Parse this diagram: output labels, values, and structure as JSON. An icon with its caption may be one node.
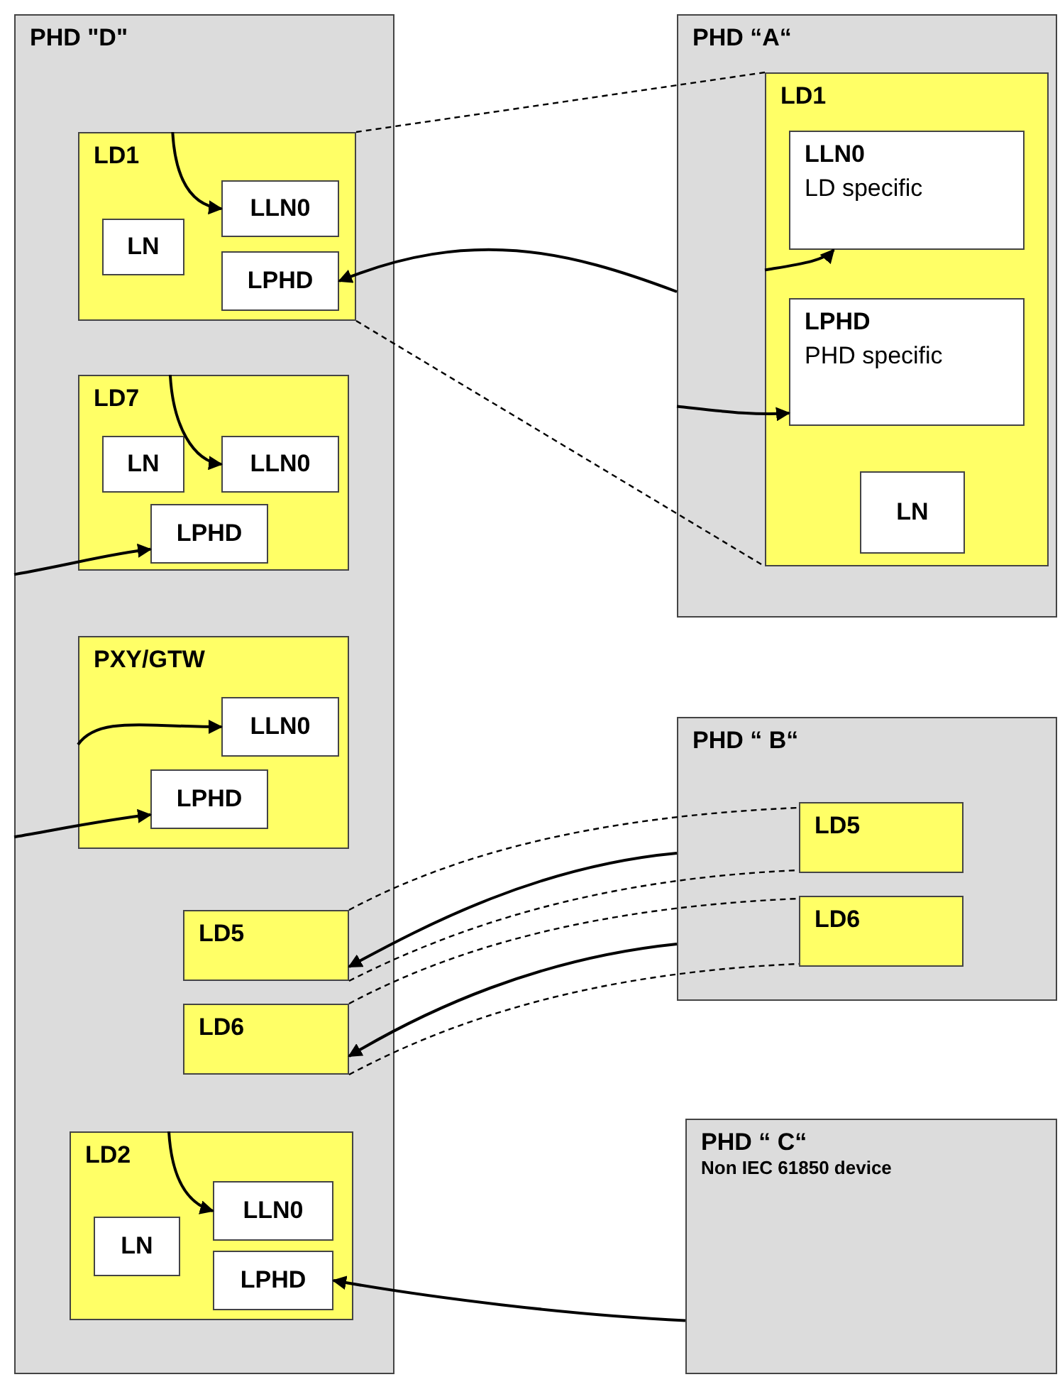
{
  "diagram": {
    "nodes": [
      {
        "text": [
          "PHD \"D\""
        ]
      },
      {
        "text": [
          "LD1"
        ],
        "in": 0
      },
      {
        "text": [
          "LN"
        ],
        "in": 1
      },
      {
        "text": [
          "LLN0"
        ],
        "in": 1
      },
      {
        "text": [
          "LPHD"
        ],
        "in": 1
      },
      {
        "text": [
          "LD7"
        ],
        "in": 0
      },
      {
        "text": [
          "LN"
        ],
        "in": 5
      },
      {
        "text": [
          "LLN0"
        ],
        "in": 5
      },
      {
        "text": [
          "LPHD"
        ],
        "in": 5
      },
      {
        "text": [
          "PXY/GTW"
        ],
        "in": 0
      },
      {
        "text": [
          "LLN0"
        ],
        "in": 9
      },
      {
        "text": [
          "LPHD"
        ],
        "in": 9
      },
      {
        "text": [
          "LD5"
        ],
        "in": 0
      },
      {
        "text": [
          "LD6"
        ],
        "in": 0
      },
      {
        "text": [
          "LD2"
        ],
        "in": 0
      },
      {
        "text": [
          "LN"
        ],
        "in": 14
      },
      {
        "text": [
          "LLN0"
        ],
        "in": 14
      },
      {
        "text": [
          "LPHD"
        ],
        "in": 14
      },
      {
        "text": [
          "PHD “A“"
        ]
      },
      {
        "text": [
          "LD1"
        ],
        "in": 18
      },
      {
        "text": [
          "LLN0",
          "LD specific"
        ],
        "in": 19
      },
      {
        "text": [
          "LPHD",
          "PHD specific"
        ],
        "in": 19
      },
      {
        "text": [
          "LN"
        ],
        "in": 19
      },
      {
        "text": [
          "PHD “ B“"
        ]
      },
      {
        "text": [
          "LD5"
        ],
        "in": 23
      },
      {
        "text": [
          "LD6"
        ],
        "in": 23
      },
      {
        "text": [
          "PHD “ C“",
          "Non IEC 61850 device"
        ]
      }
    ],
    "edges": [
      {
        "from": 1,
        "to": 3,
        "arrow": "to"
      },
      {
        "from": 18,
        "to": 4,
        "arrow": "to"
      },
      {
        "from": 1,
        "to": 19,
        "arrow": "none",
        "style": "dashed"
      },
      {
        "from": 1,
        "to": 19,
        "arrow": "none",
        "style": "dashed"
      },
      {
        "from": 19,
        "to": 20,
        "arrow": "to"
      },
      {
        "from": 18,
        "to": 21,
        "arrow": "to"
      },
      {
        "from": 5,
        "to": 7,
        "arrow": "to"
      },
      {
        "from": 0,
        "to": 8,
        "arrow": "to"
      },
      {
        "from": 9,
        "to": 10,
        "arrow": "to"
      },
      {
        "from": 0,
        "to": 11,
        "arrow": "to"
      },
      {
        "from": 12,
        "to": 24,
        "arrow": "none",
        "style": "dashed"
      },
      {
        "from": 12,
        "to": 24,
        "arrow": "none",
        "style": "dashed"
      },
      {
        "from": 23,
        "to": 12,
        "arrow": "to"
      },
      {
        "from": 13,
        "to": 25,
        "arrow": "none",
        "style": "dashed"
      },
      {
        "from": 13,
        "to": 25,
        "arrow": "none",
        "style": "dashed"
      },
      {
        "from": 23,
        "to": 13,
        "arrow": "to"
      },
      {
        "from": 14,
        "to": 16,
        "arrow": "to"
      },
      {
        "from": 26,
        "to": 17,
        "arrow": "to"
      }
    ]
  }
}
